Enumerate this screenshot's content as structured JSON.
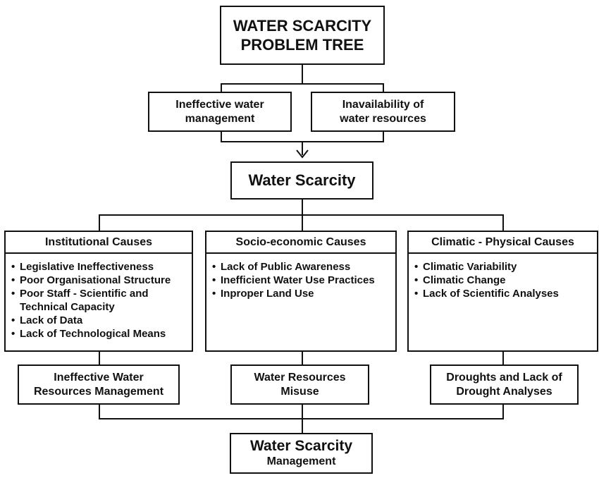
{
  "title": {
    "line1": "WATER SCARCITY",
    "line2": "PROBLEM TREE"
  },
  "top_factors": [
    {
      "line1": "Ineffective water",
      "line2": "management"
    },
    {
      "line1": "Inavailability of",
      "line2": "water resources"
    }
  ],
  "central": "Water Scarcity",
  "causes": [
    {
      "title": "Institutional Causes",
      "items": [
        "Legislative Ineffectiveness",
        "Poor Organisational Structure",
        "Poor Staff - Scientific and Technical Capacity",
        "Lack of Data",
        "Lack of Technological Means"
      ],
      "outcome": {
        "line1": "Ineffective Water",
        "line2": "Resources Management"
      }
    },
    {
      "title": "Socio-economic Causes",
      "items": [
        "Lack of Public Awareness",
        "Inefficient Water Use Practices",
        "Inproper Land Use"
      ],
      "outcome": {
        "line1": "Water Resources",
        "line2": "Misuse"
      }
    },
    {
      "title": "Climatic - Physical Causes",
      "items": [
        "Climatic Variability",
        "Climatic Change",
        "Lack of Scientific Analyses"
      ],
      "outcome": {
        "line1": "Droughts and Lack of",
        "line2": "Drought Analyses"
      }
    }
  ],
  "bottom": {
    "line1": "Water Scarcity",
    "line2": "Management"
  }
}
